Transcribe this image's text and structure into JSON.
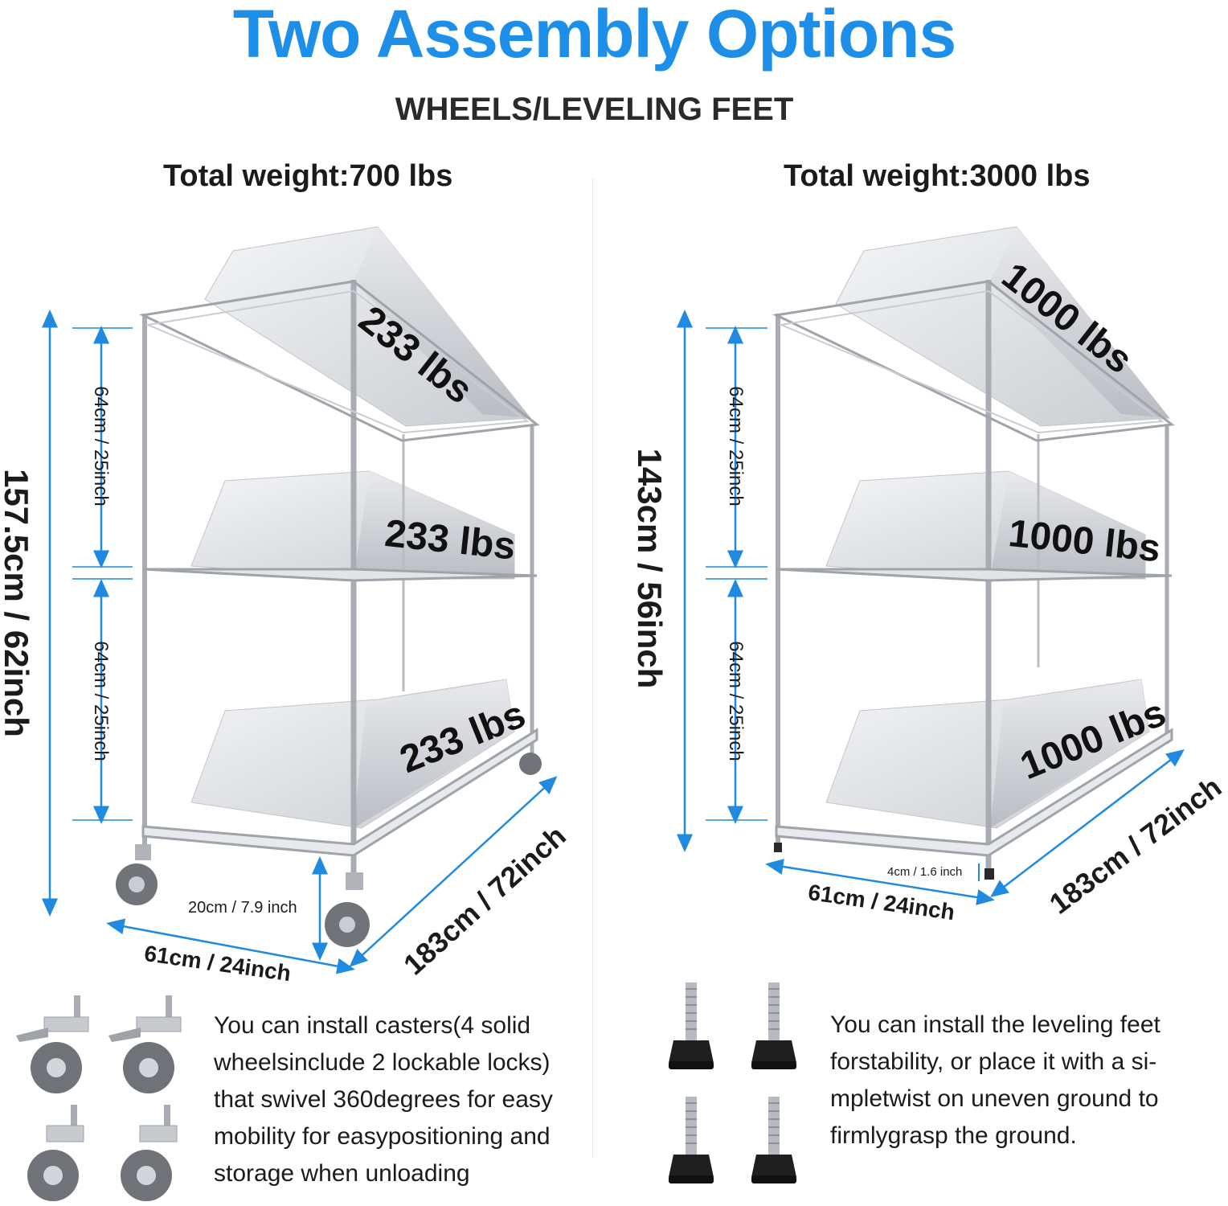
{
  "header": {
    "title": "Two Assembly Options",
    "subtitle": "WHEELS/LEVELING FEET"
  },
  "left": {
    "total_weight": "Total weight:700 lbs",
    "height": "157.5cm / 62inch",
    "shelf_gap_1": "64cm / 25inch",
    "shelf_gap_2": "64cm / 25inch",
    "wheel_clearance": "20cm / 7.9 inch",
    "depth": "61cm / 24inch",
    "width": "183cm / 72inch",
    "loads": [
      "233 lbs",
      "233 lbs",
      "233 lbs"
    ],
    "description": "You can install casters(4 solid wheelsinclude 2 lockable locks) that swivel 360degrees for easy mobility for easypositioning and storage when unloading"
  },
  "right": {
    "total_weight": "Total weight:3000 lbs",
    "height": "143cm / 56inch",
    "shelf_gap_1": "64cm / 25inch",
    "shelf_gap_2": "64cm / 25inch",
    "feet_clearance": "4cm / 1.6 inch",
    "depth": "61cm / 24inch",
    "width": "183cm / 72inch",
    "loads": [
      "1000 lbs",
      "1000 lbs",
      "1000 lbs"
    ],
    "description": "You can install the leveling feet forstability, or place it with a si-mpletwist on uneven ground to firmlygrasp the ground."
  },
  "colors": {
    "accent": "#1e8fe8",
    "dimension_line": "#1f8ae0",
    "chrome": "#b8bcc2",
    "load_block": "#d6d8dc"
  }
}
